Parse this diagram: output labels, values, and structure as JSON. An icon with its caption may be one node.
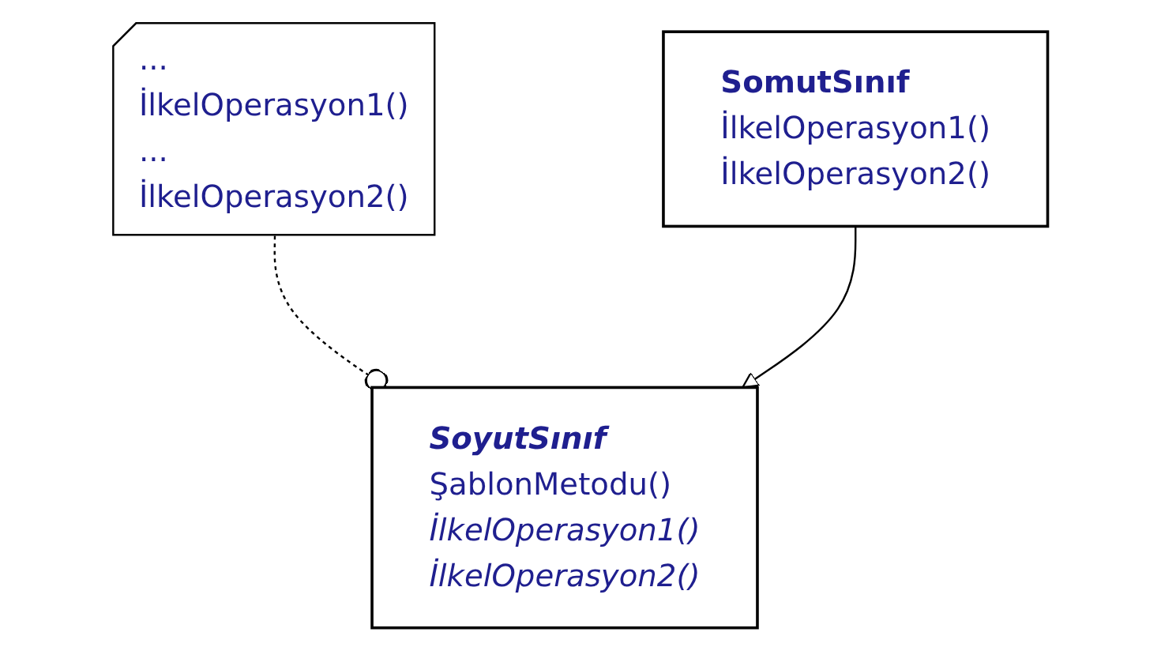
{
  "diagram": {
    "nodes": [
      {
        "text": [
          "SoyutSınıf",
          "ŞablonMetodu()",
          "İlkelOperasyon1()",
          "İlkelOperasyon2()"
        ]
      },
      {
        "text": [
          "...",
          "İlkelOperasyon1()",
          "...",
          "İlkelOperasyon2()"
        ]
      },
      {
        "text": [
          "SomutSınıf",
          "İlkelOperasyon1()",
          "İlkelOperasyon2()"
        ]
      }
    ],
    "edges": [
      {
        "from": 0,
        "to": 1,
        "arrow": "other",
        "style": "dashed"
      },
      {
        "from": 2,
        "to": 0,
        "arrow": "to"
      }
    ]
  }
}
